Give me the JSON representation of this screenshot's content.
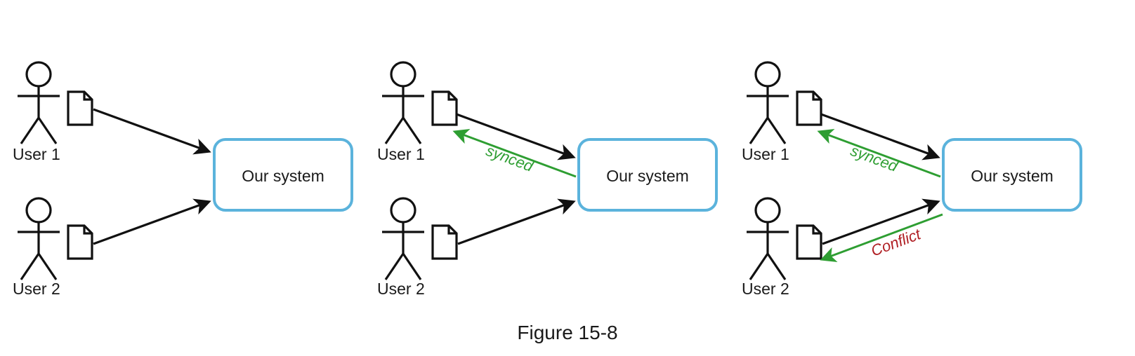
{
  "figure": {
    "caption": "Figure 15-8",
    "background": "#ffffff",
    "accent_blue": "#5bb3dc",
    "arrow_black": "#111111",
    "arrow_green": "#2e9e32",
    "label_red": "#b01f24",
    "label_green": "#2e9e32"
  },
  "panels": [
    {
      "id": "panel-1",
      "actors": [
        {
          "id": "user-1",
          "label": "User 1"
        },
        {
          "id": "user-2",
          "label": "User 2"
        }
      ],
      "system": {
        "label": "Our system"
      },
      "edges": [
        {
          "id": "u1-to-system",
          "from": "user-1-document",
          "to": "system",
          "color": "#111111",
          "label": ""
        },
        {
          "id": "u2-to-system",
          "from": "user-2-document",
          "to": "system",
          "color": "#111111",
          "label": ""
        }
      ]
    },
    {
      "id": "panel-2",
      "actors": [
        {
          "id": "user-1",
          "label": "User 1"
        },
        {
          "id": "user-2",
          "label": "User 2"
        }
      ],
      "system": {
        "label": "Our system"
      },
      "edges": [
        {
          "id": "u1-to-system",
          "from": "user-1-document",
          "to": "system",
          "color": "#111111",
          "label": ""
        },
        {
          "id": "system-to-u1",
          "from": "system",
          "to": "user-1-document",
          "color": "#2e9e32",
          "label": "synced"
        },
        {
          "id": "u2-to-system",
          "from": "user-2-document",
          "to": "system",
          "color": "#111111",
          "label": ""
        }
      ]
    },
    {
      "id": "panel-3",
      "actors": [
        {
          "id": "user-1",
          "label": "User 1"
        },
        {
          "id": "user-2",
          "label": "User 2"
        }
      ],
      "system": {
        "label": "Our system"
      },
      "edges": [
        {
          "id": "u1-to-system",
          "from": "user-1-document",
          "to": "system",
          "color": "#111111",
          "label": ""
        },
        {
          "id": "system-to-u1",
          "from": "system",
          "to": "user-1-document",
          "color": "#2e9e32",
          "label": "synced"
        },
        {
          "id": "u2-to-system",
          "from": "user-2-document",
          "to": "system",
          "color": "#111111",
          "label": ""
        },
        {
          "id": "system-to-u2",
          "from": "system",
          "to": "user-2-document",
          "color": "#2e9e32",
          "label": "Conflict"
        }
      ]
    }
  ],
  "labels": {
    "user1": "User 1",
    "user2": "User 2",
    "system": "Our system",
    "synced": "synced",
    "conflict": "Conflict",
    "caption": "Figure 15-8"
  }
}
